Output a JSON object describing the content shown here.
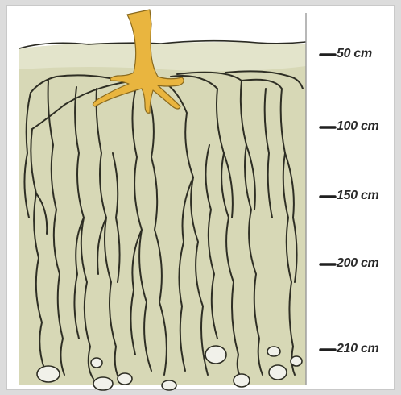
{
  "depth_scale": {
    "labels": [
      "50 cm",
      "100 cm",
      "150 cm",
      "200 cm",
      "210 cm"
    ]
  },
  "colors": {
    "soil": "#d7d8b6",
    "soil_top": "#e2e2c8",
    "taproot": "#e9b53f",
    "root": "#2e2e24",
    "frame": "#dcdcdc"
  }
}
